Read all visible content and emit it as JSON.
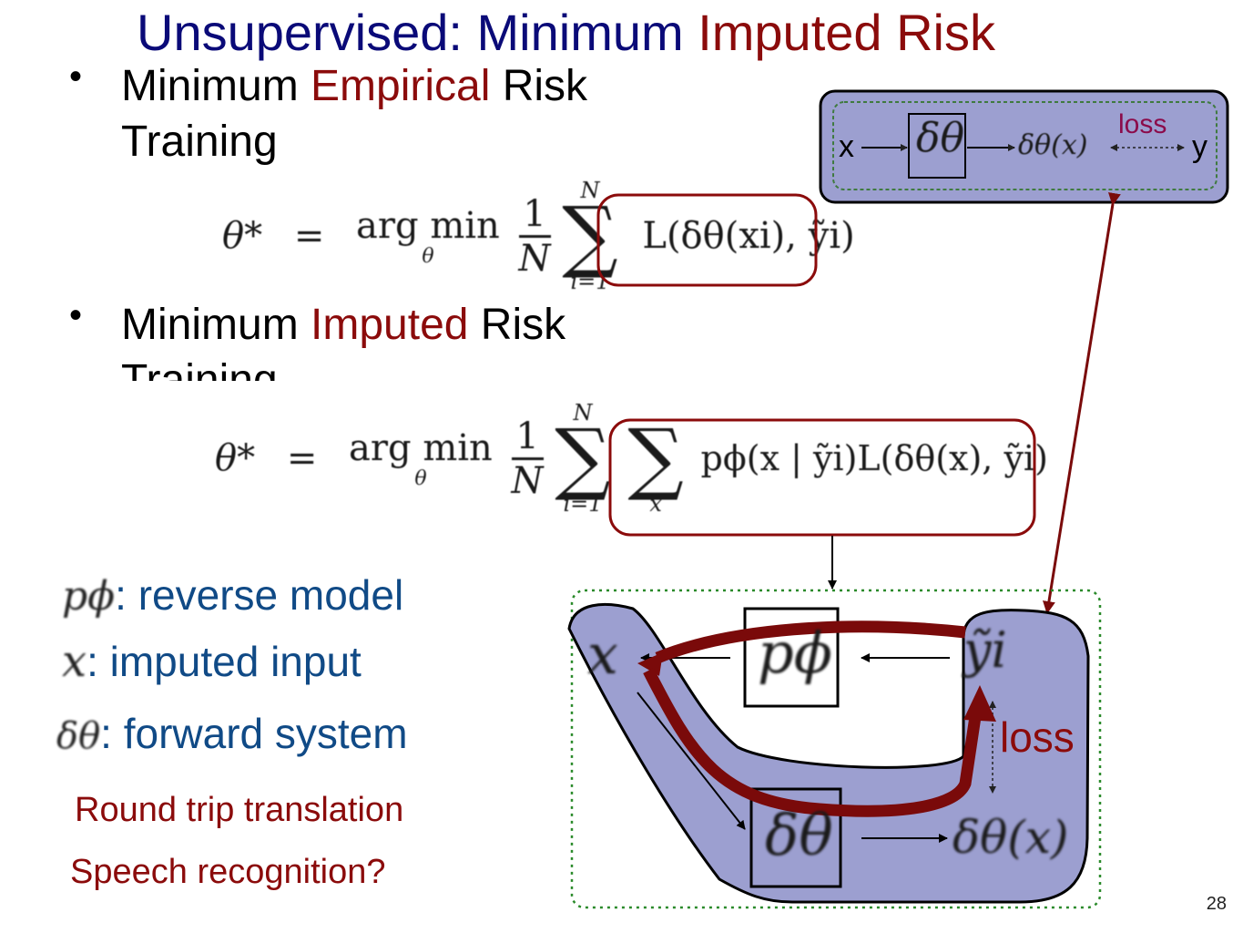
{
  "title": {
    "part1": "Unsupervised: Minimum ",
    "part2": "Imputed Risk"
  },
  "bullets": [
    {
      "pre": "Minimum ",
      "highlight": "Empirical",
      "post": " Risk",
      "line2": "Training"
    },
    {
      "pre": "Minimum ",
      "highlight": "Imputed",
      "post": " Risk",
      "line2": "Training"
    }
  ],
  "equation1": {
    "lhs": "θ*",
    "eq": "=",
    "argmin": "arg min",
    "argmin_sub": "θ",
    "frac_num": "1",
    "frac_den": "N",
    "sum_top": "N",
    "sum_bot": "i=1",
    "loss": "L(δθ(xi), ỹi)"
  },
  "equation2": {
    "lhs": "θ*",
    "eq": "=",
    "argmin": "arg min",
    "argmin_sub": "θ",
    "frac_num": "1",
    "frac_den": "N",
    "sum_top": "N",
    "sum_bot": "i=1",
    "sum2_bot": "x",
    "term": "pϕ(x | ỹi)L(δθ(x), ỹi)"
  },
  "legend": [
    {
      "symbol": "pϕ",
      "text": ": reverse model"
    },
    {
      "symbol": "x",
      "text": ": imputed input"
    },
    {
      "symbol": "δθ",
      "text": ": forward system"
    }
  ],
  "applications": [
    "Round trip translation",
    "Speech recognition?"
  ],
  "inset_diagram": {
    "x": "x",
    "system": "δθ",
    "output": "δθ(x)",
    "loss": "loss",
    "y": "y"
  },
  "main_diagram": {
    "x": "x",
    "reverse": "pϕ",
    "y_tilde": "ỹi",
    "forward": "δθ",
    "output": "δθ(x)",
    "loss": "loss"
  },
  "page_number": "28",
  "colors": {
    "title_blue": "#0a0a78",
    "accent_red": "#8b0b0b",
    "legend_blue": "#104a86",
    "shape_fill": "#9c9fd0",
    "dotted_green": "#2a8a2a"
  }
}
